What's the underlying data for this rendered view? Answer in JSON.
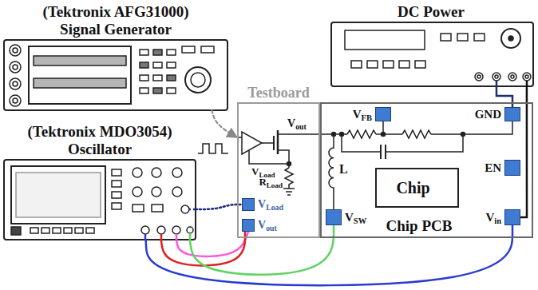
{
  "diagram": {
    "nodes": [
      {
        "text": [
          "(Tektronix AFG31000) Signal Generator"
        ]
      },
      {
        "text": [
          "DC Power"
        ]
      },
      {
        "text": [
          "(Tektronix MDO3054) Oscillator"
        ]
      },
      {
        "text": [
          "Testboard"
        ]
      },
      {
        "text": [
          "VLoad"
        ],
        "in": 3
      },
      {
        "text": [
          "Vout"
        ],
        "in": 3
      },
      {
        "text": [
          "Chip PCB"
        ]
      },
      {
        "text": [
          "VFB"
        ],
        "in": 6
      },
      {
        "text": [
          "GND"
        ],
        "in": 6
      },
      {
        "text": [
          "Chip"
        ],
        "in": 6
      },
      {
        "text": [
          "EN"
        ],
        "in": 6
      },
      {
        "text": [
          "Vin"
        ],
        "in": 6
      },
      {
        "text": [
          "VSW"
        ],
        "in": 6
      }
    ],
    "edges": [
      {
        "from": 0,
        "to": 3,
        "arrow": "to"
      },
      {
        "from": 2,
        "to": 4,
        "arrow": "none"
      },
      {
        "from": 2,
        "to": 5,
        "arrow": "none"
      },
      {
        "from": 2,
        "to": 5,
        "arrow": "none"
      },
      {
        "from": 2,
        "to": 12,
        "arrow": "none"
      },
      {
        "from": 2,
        "to": 11,
        "arrow": "none"
      },
      {
        "from": 1,
        "to": 8,
        "arrow": "none"
      },
      {
        "from": 1,
        "to": 11,
        "arrow": "none"
      }
    ],
    "labels": [
      "Vout",
      "VLoad",
      "RLoad",
      "L"
    ]
  }
}
